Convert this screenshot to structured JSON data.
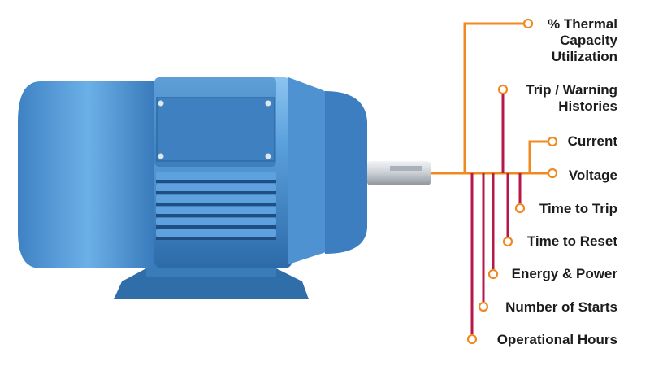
{
  "diagram": {
    "colors": {
      "trunk": "#f08a1f",
      "branch_a": "#f08a1f",
      "branch_b": "#b5194a",
      "node_fill": "#ffffff",
      "motor_body": "#4a90d0",
      "motor_dark": "#2e6fae",
      "motor_light": "#7ab7ea",
      "shaft": "#d8dde2"
    },
    "motor_icon": "electric-motor-illustration",
    "labels": [
      {
        "id": "thermal",
        "lines": [
          "% Thermal",
          "Capacity",
          "Utilization"
        ]
      },
      {
        "id": "trip-history",
        "lines": [
          "Trip / Warning",
          "Histories"
        ]
      },
      {
        "id": "current",
        "lines": [
          "Current"
        ]
      },
      {
        "id": "voltage",
        "lines": [
          "Voltage"
        ]
      },
      {
        "id": "time-to-trip",
        "lines": [
          "Time to Trip"
        ]
      },
      {
        "id": "time-to-reset",
        "lines": [
          "Time to Reset"
        ]
      },
      {
        "id": "energy-power",
        "lines": [
          "Energy & Power"
        ]
      },
      {
        "id": "number-of-starts",
        "lines": [
          "Number of Starts"
        ]
      },
      {
        "id": "operational-hours",
        "lines": [
          "Operational Hours"
        ]
      }
    ]
  }
}
